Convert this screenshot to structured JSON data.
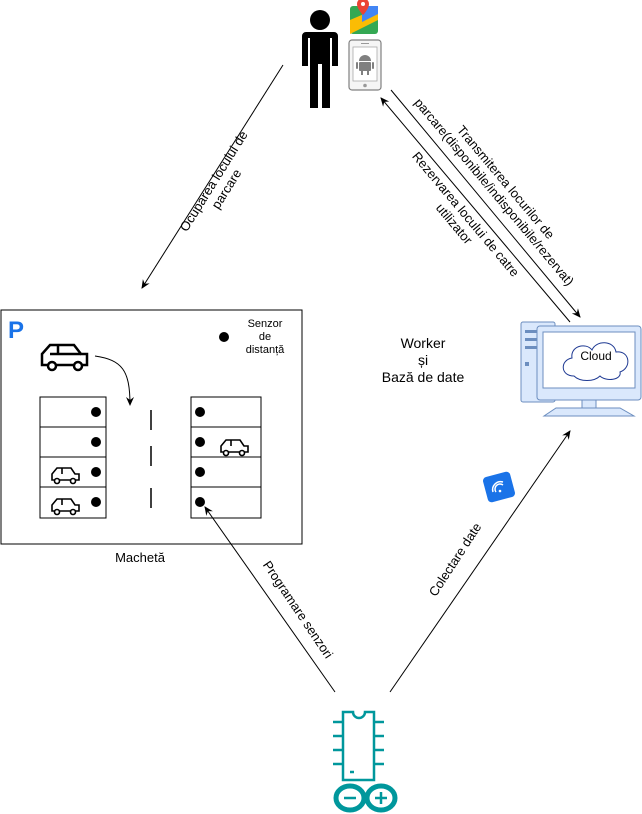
{
  "labels": {
    "ocupare_line1": "Ocuparea locului de",
    "ocupare_line2": "parcare",
    "transmitere_line1": "Transmiterea locurilor de",
    "transmitere_line2": "parcare(disponibile/indisponibile/rezervat)",
    "rezervare_line1": "Rezervarea locului de catre",
    "rezervare_line2": "utilizator",
    "worker_line1": "Worker",
    "worker_line2": "și",
    "worker_line3": "Bază de date",
    "cloud": "Cloud",
    "senzor_line1": "Senzor",
    "senzor_line2": "de",
    "senzor_line3": "distanță",
    "parking_sign": "P",
    "macheta": "Machetă",
    "colectare": "Colectare date",
    "programare": "Programare senzori"
  },
  "colors": {
    "stroke": "#000000",
    "blue_accent": "#1a73e8",
    "monitor_frame": "#dae8fc",
    "monitor_stroke": "#6c8ebf",
    "arduino_teal": "#00979c"
  },
  "icons": [
    "person-icon",
    "maps-icon",
    "android-phone-icon",
    "computer-icon",
    "cloud-icon",
    "car-icon",
    "wifi-icon",
    "arduino-icon",
    "chip-icon"
  ]
}
